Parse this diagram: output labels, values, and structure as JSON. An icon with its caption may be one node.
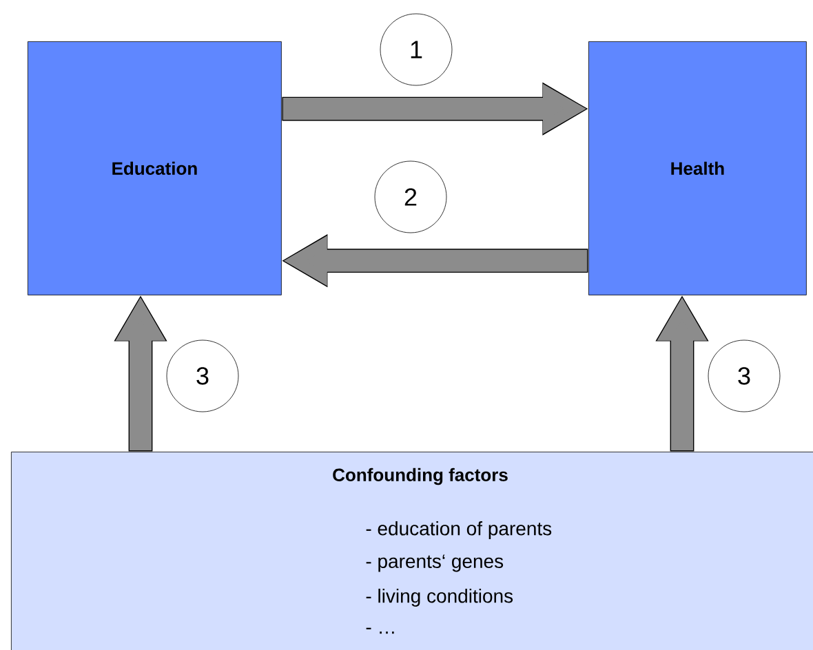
{
  "diagram": {
    "nodes": [
      {
        "text": [
          "Education"
        ]
      },
      {
        "text": [
          "Health"
        ]
      },
      {
        "text": [
          "Confounding factors",
          "- education of parents",
          "- parents‘ genes",
          "- living conditions",
          "- …"
        ]
      }
    ],
    "edges": [
      {
        "from": 0,
        "to": 1,
        "arrow": "to",
        "label": "1"
      },
      {
        "from": 1,
        "to": 0,
        "arrow": "to",
        "label": "2"
      },
      {
        "from": 2,
        "to": 0,
        "arrow": "to",
        "label": "3"
      },
      {
        "from": 2,
        "to": 1,
        "arrow": "to",
        "label": "3"
      }
    ]
  }
}
